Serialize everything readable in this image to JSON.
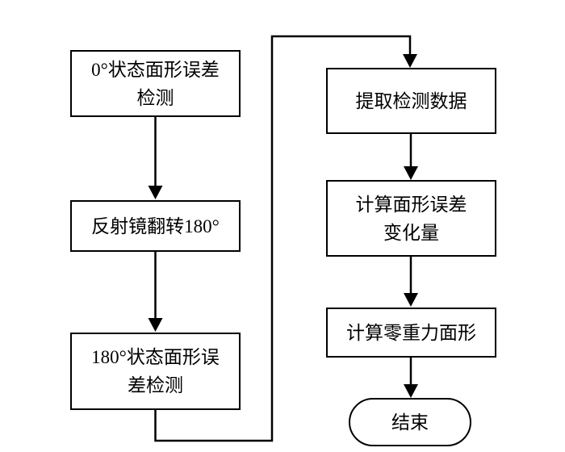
{
  "figure": {
    "type": "flowchart",
    "background_color": "#ffffff",
    "line_color": "#000000",
    "text_color": "#000000"
  },
  "nodes": {
    "detect0": {
      "shape": "rect",
      "line1": "0°状态面形误差",
      "line2": "检测"
    },
    "flip": {
      "shape": "rect",
      "line1": "反射镜翻转180°"
    },
    "detect180": {
      "shape": "rect",
      "line1": "180°状态面形误",
      "line2": "差检测"
    },
    "extract": {
      "shape": "rect",
      "line1": "提取检测数据"
    },
    "calcError": {
      "shape": "rect",
      "line1": "计算面形误差",
      "line2": "变化量"
    },
    "calcZeroG": {
      "shape": "rect",
      "line1": "计算零重力面形"
    },
    "end": {
      "shape": "terminator",
      "line1": "结束"
    }
  },
  "edges": [
    {
      "from": "detect0",
      "to": "flip",
      "style": "arrow-down"
    },
    {
      "from": "flip",
      "to": "detect180",
      "style": "arrow-down"
    },
    {
      "from": "detect180",
      "to": "extract",
      "style": "loop-down-right-up-right-down"
    },
    {
      "from": "extract",
      "to": "calcError",
      "style": "arrow-down"
    },
    {
      "from": "calcError",
      "to": "calcZeroG",
      "style": "arrow-down"
    },
    {
      "from": "calcZeroG",
      "to": "end",
      "style": "arrow-down"
    }
  ]
}
